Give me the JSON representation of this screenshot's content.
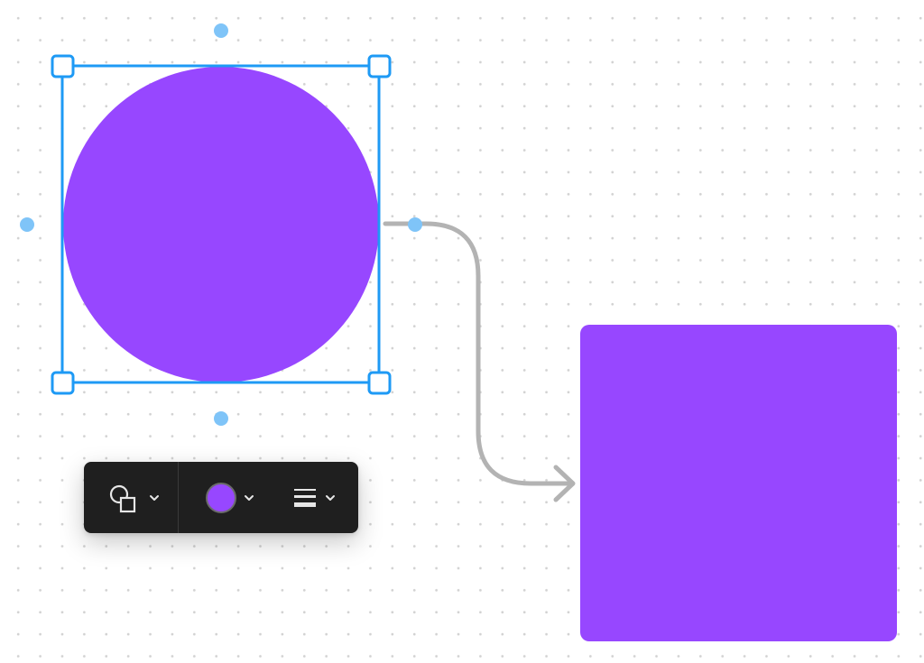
{
  "canvas": {
    "background": "#ffffff",
    "grid_dot_color": "#d2d2d2"
  },
  "colors": {
    "shape_fill": "#9747ff",
    "selection": "#1e9af5",
    "selection_handle_fill": "#ffffff",
    "connection_point": "#7fc4f8",
    "connector": "#b3b3b3",
    "toolbar_bg": "#1f1f1f",
    "toolbar_icon": "#e6e6e6"
  },
  "shapes": [
    {
      "kind": "ellipse",
      "name": "circle-shape",
      "selected": true
    },
    {
      "kind": "rounded-rectangle",
      "name": "square-shape",
      "selected": false
    }
  ],
  "connector": {
    "style": "elbow",
    "end_marker": "arrow"
  },
  "toolbar": {
    "shape_picker": {
      "icon": "shapes-icon",
      "dropdown_icon": "chevron-down-icon"
    },
    "fill_color": {
      "value": "#9747ff",
      "dropdown_icon": "chevron-down-icon"
    },
    "stroke_style": {
      "icon": "stroke-weight-icon",
      "dropdown_icon": "chevron-down-icon"
    }
  }
}
